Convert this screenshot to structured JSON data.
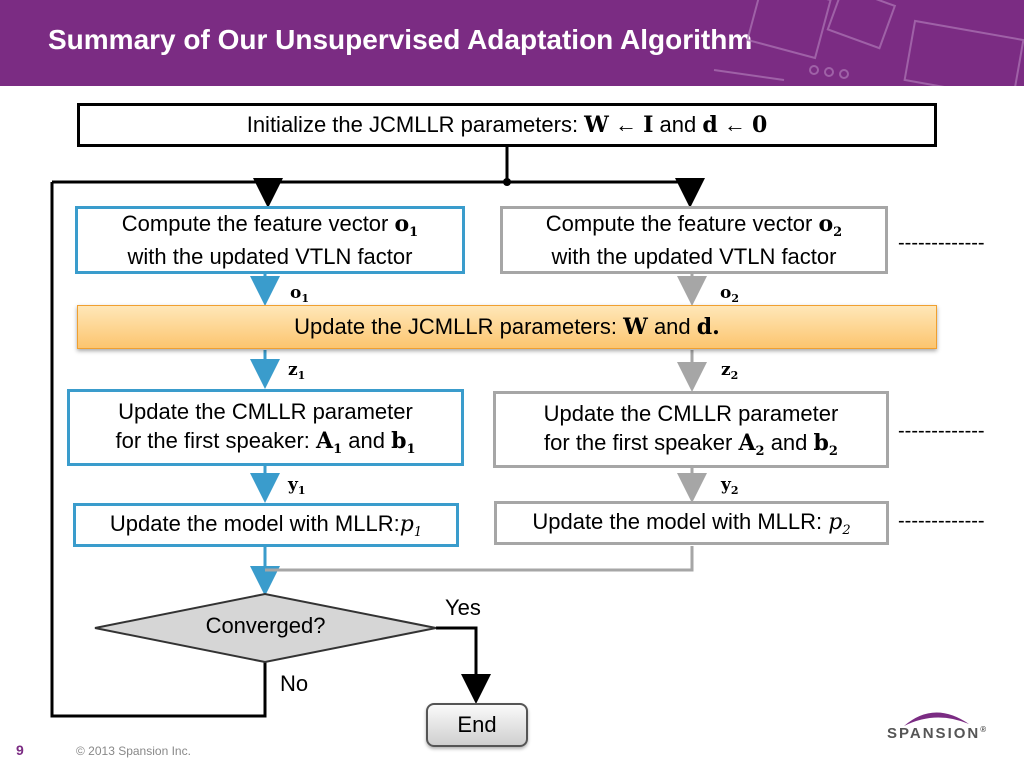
{
  "header": {
    "title": "Summary of Our Unsupervised Adaptation Algorithm"
  },
  "init_box": {
    "text": "Initialize the JCMLLR parameters: ",
    "and": " and ",
    "w": "W",
    "arrow": " ← ",
    "i": "I",
    "d": "d",
    "zero": "0"
  },
  "feature1": {
    "line1": "Compute the feature vector ",
    "sym": "o",
    "sub": "1",
    "line2": "with the updated VTLN factor"
  },
  "feature2": {
    "line1": "Compute the feature vector ",
    "sym": "o",
    "sub": "2",
    "line2": "with the updated VTLN factor"
  },
  "jcmllr_box": {
    "text": "Update the JCMLLR parameters: ",
    "w": "W",
    "and": " and ",
    "d": "d."
  },
  "cmllr1": {
    "line1": "Update the CMLLR parameter",
    "line2": "for the first speaker: ",
    "a": "A",
    "a_sub": "1",
    "and": " and ",
    "b": "b",
    "b_sub": "1"
  },
  "cmllr2": {
    "line1": "Update the CMLLR parameter",
    "line2": "for the first speaker ",
    "a": "A",
    "a_sub": "2",
    "and": " and ",
    "b": "b",
    "b_sub": "2"
  },
  "model1": {
    "text": "Update the model with MLLR:",
    "p": "p",
    "p_sub": "1"
  },
  "model2": {
    "text": "Update the model with MLLR: ",
    "p": "p",
    "p_sub": "2"
  },
  "edge_labels": {
    "o1": {
      "sym": "o",
      "sub": "1"
    },
    "o2": {
      "sym": "o",
      "sub": "2"
    },
    "z1": {
      "sym": "z",
      "sub": "1"
    },
    "z2": {
      "sym": "z",
      "sub": "2"
    },
    "y1": {
      "sym": "y",
      "sub": "1"
    },
    "y2": {
      "sym": "y",
      "sub": "2"
    }
  },
  "decision": {
    "text": "Converged?",
    "yes": "Yes",
    "no": "No"
  },
  "end_label": "End",
  "dashes": "-------------",
  "footer": {
    "page": "9",
    "copyright": "© 2013 Spansion Inc.",
    "logo": "SPANSION",
    "reg": "®"
  },
  "colors": {
    "header": "#7b2c83",
    "blue_border": "#3a9ccc",
    "gray_border": "#a6a6a6",
    "orange": "#fcc56f"
  }
}
